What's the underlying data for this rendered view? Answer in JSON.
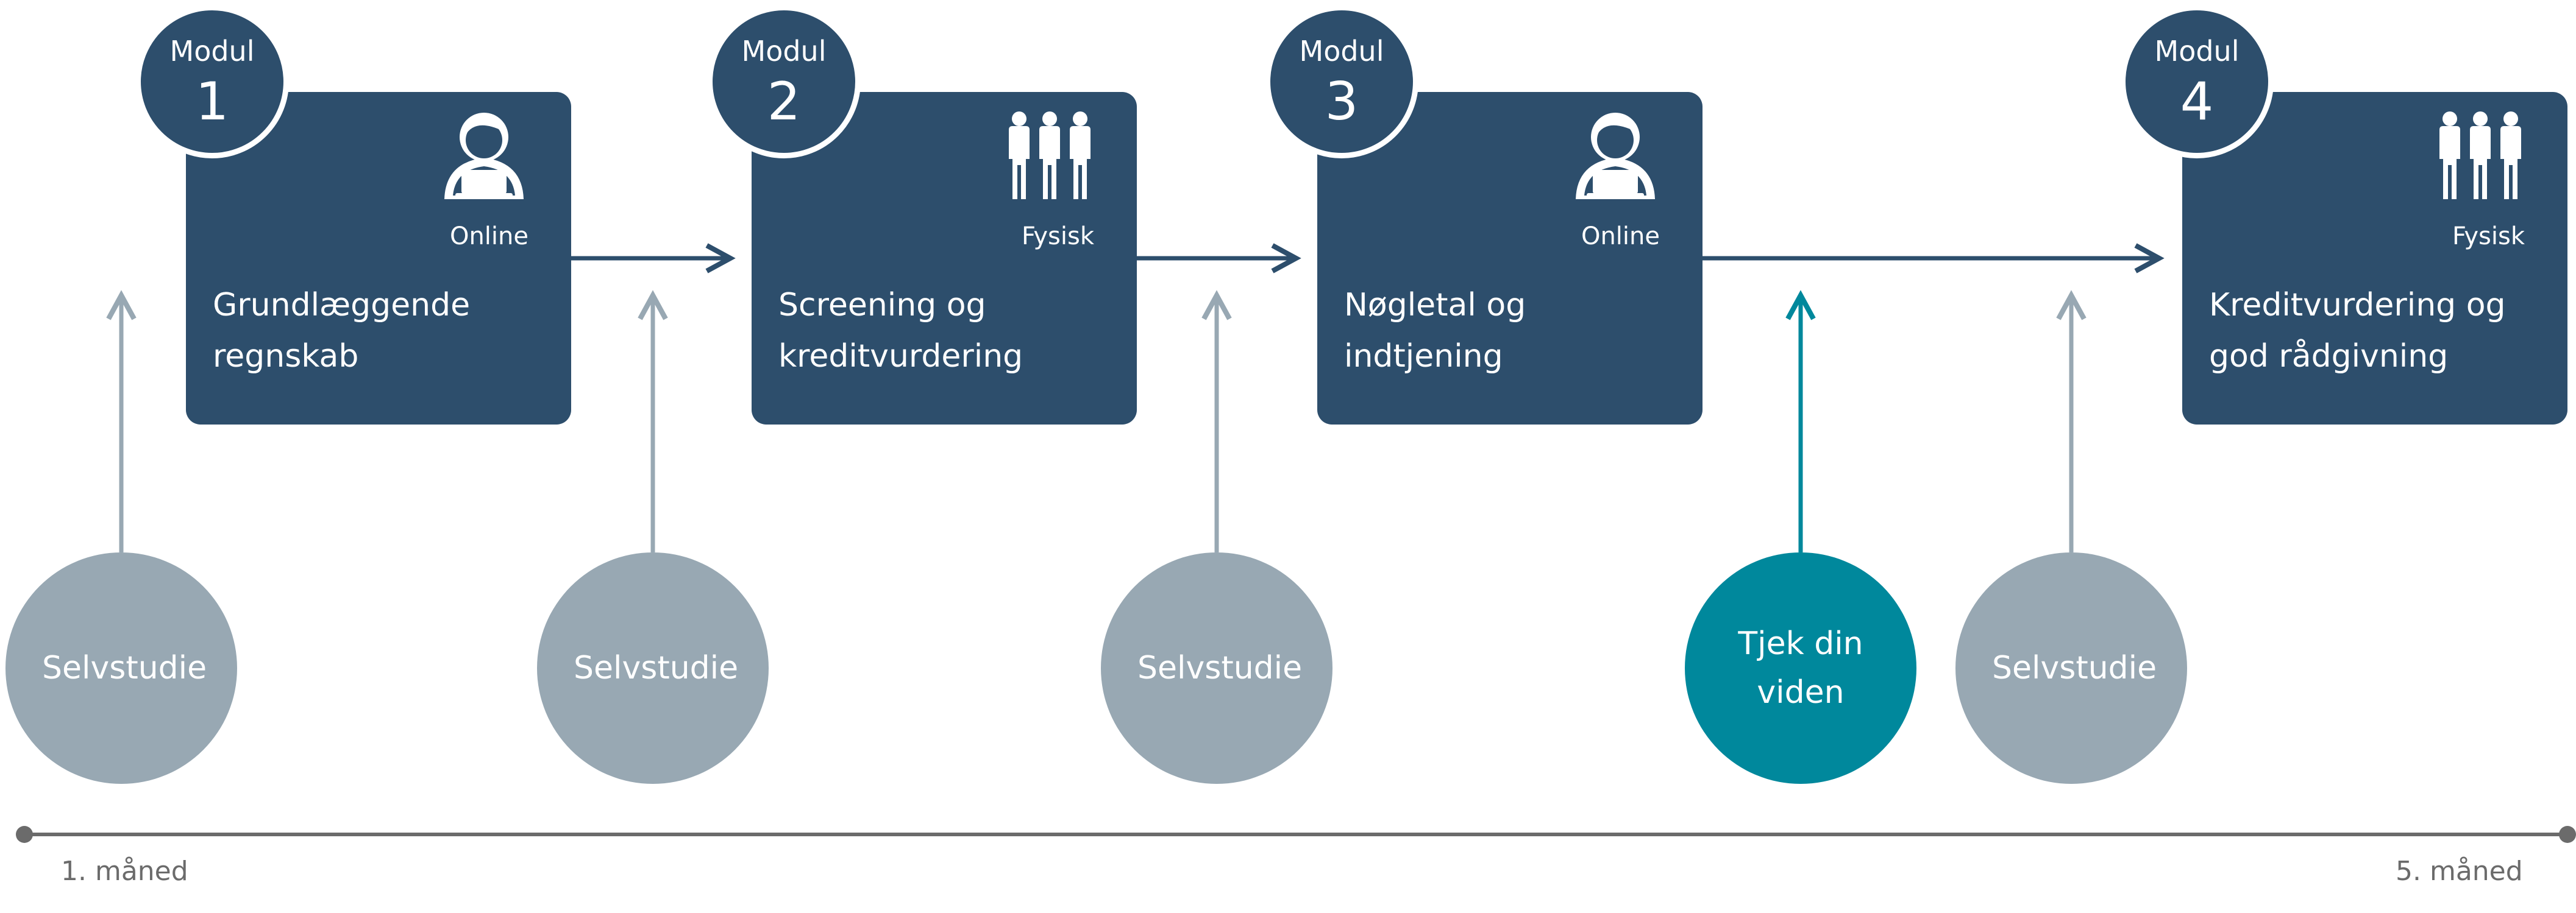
{
  "colors": {
    "module": "#2d4e6c",
    "self_study": "#98a8b3",
    "check": "#00889c",
    "up_arrow": "#98a8b3",
    "flow_arrow": "#2d4e6c",
    "timeline": "#6b6b6b"
  },
  "modules": [
    {
      "word": "Modul",
      "number": "1",
      "title": "Grundlæggende regnskab",
      "mode": "Online",
      "icon": "person-laptop-icon"
    },
    {
      "word": "Modul",
      "number": "2",
      "title": "Screening og kreditvurdering",
      "mode": "Fysisk",
      "icon": "people-group-icon"
    },
    {
      "word": "Modul",
      "number": "3",
      "title": "Nøgletal og indtjening",
      "mode": "Online",
      "icon": "person-laptop-icon"
    },
    {
      "word": "Modul",
      "number": "4",
      "title": "Kreditvurdering og god rådgivning",
      "mode": "Fysisk",
      "icon": "people-group-icon"
    }
  ],
  "activities": [
    {
      "label": "Selvstudie",
      "kind": "self-study"
    },
    {
      "label": "Selvstudie",
      "kind": "self-study"
    },
    {
      "label": "Selvstudie",
      "kind": "self-study"
    },
    {
      "label": "Tjek din viden",
      "kind": "check"
    },
    {
      "label": "Selvstudie",
      "kind": "self-study"
    }
  ],
  "timeline": {
    "start": "1. måned",
    "end": "5. måned"
  }
}
